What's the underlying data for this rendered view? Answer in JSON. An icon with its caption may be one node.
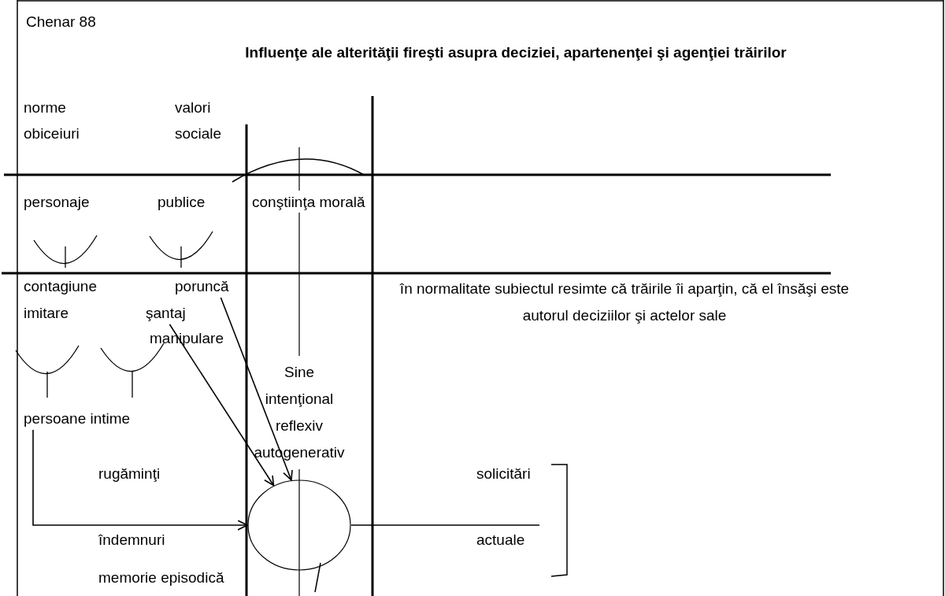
{
  "diagram": {
    "title": "Influenţe ale alterităţii fireşti asupra deciziei, apartenenţei şi agenţiei trăirilor",
    "nodes": [
      {
        "text": [
          "poruncă"
        ]
      },
      {
        "text": [
          "şantaj"
        ]
      },
      {
        "text": [
          "persoane intime"
        ]
      },
      {
        "text": [],
        "shape": "circle"
      }
    ],
    "edges": [
      {
        "from": 1,
        "to": 3,
        "arrow": "to"
      },
      {
        "from": 0,
        "to": 3,
        "arrow": "to"
      },
      {
        "from": 2,
        "to": 3,
        "arrow": "to"
      },
      {
        "from": 3,
        "to": null,
        "arrow": "none"
      }
    ],
    "labels": [
      "Chenar 88",
      "norme",
      "valori",
      "obiceiuri",
      "sociale",
      "personaje",
      "publice",
      "conştiinţa morală",
      "contagiune",
      "în normalitate subiectul resimte că trăirile îi aparţin, că el însăşi este autorul deciziilor şi actelor sale",
      "imitare",
      "manipulare",
      "Sine intenţional reflexiv autogenerativ",
      "rugăminţi",
      "solicitări",
      "îndemnuri",
      "actuale",
      "memorie episodică"
    ]
  }
}
